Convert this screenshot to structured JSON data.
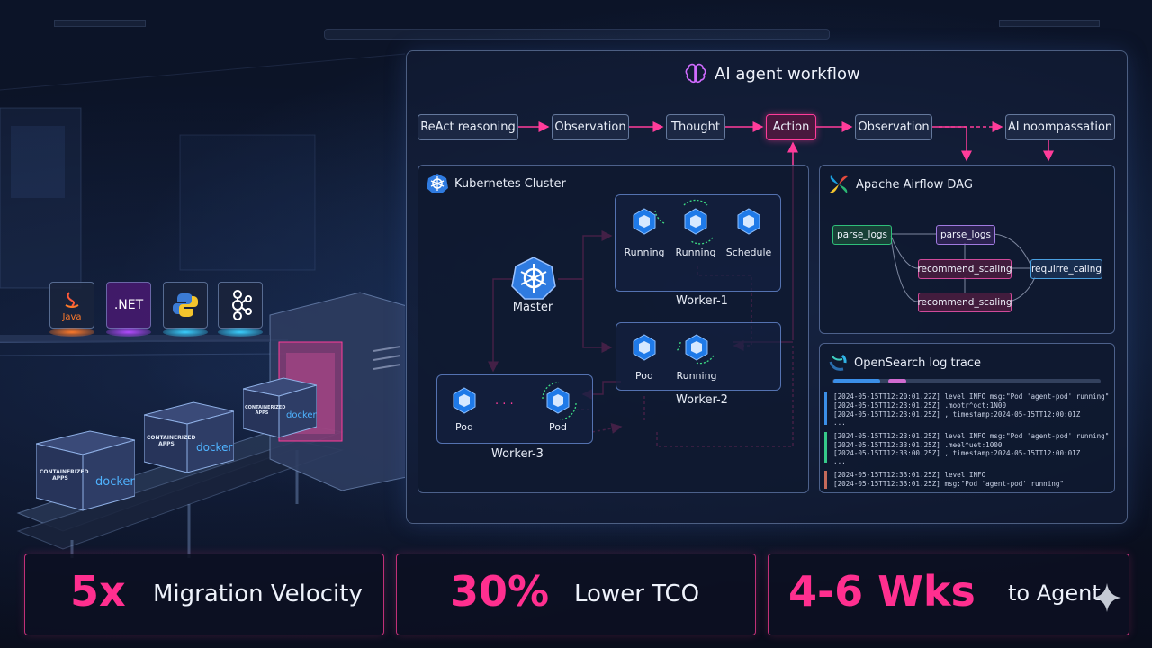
{
  "workflow": {
    "title": "AI agent workflow",
    "steps": [
      {
        "label": "ReAct reasoning",
        "active": false
      },
      {
        "label": "Observation",
        "active": false
      },
      {
        "label": "Thought",
        "active": false
      },
      {
        "label": "Action",
        "active": true
      },
      {
        "label": "Observation",
        "active": false
      },
      {
        "label": "AI noompassation",
        "active": false
      }
    ]
  },
  "kubernetes": {
    "title": "Kubernetes Cluster",
    "master_label": "Master",
    "workers": [
      {
        "label": "Worker-1",
        "pods": [
          "Running",
          "Running",
          "Schedule"
        ]
      },
      {
        "label": "Worker-2",
        "pods": [
          "Pod",
          "Running"
        ]
      },
      {
        "label": "Worker-3",
        "pods": [
          "Pod",
          "Pod"
        ],
        "ellipsis": ". . ."
      }
    ]
  },
  "airflow": {
    "title": "Apache Airflow DAG",
    "nodes": [
      "parse_logs",
      "parse_logs",
      "recommend_scaling",
      "requirre_caling",
      "recommend_scaling"
    ]
  },
  "opensearch": {
    "title": "OpenSearch log trace",
    "groups": [
      {
        "accent": "#3b8fe8",
        "lines": [
          "[2024-05-15TT12:20:01.22Z] level:INFO  msg:\"Pod 'agent-pod' running\"",
          "[2024-05-15TT12:23:01.25Z] .mootr^oct:1N00",
          "[2024-05-15TT12:23:01.25Z] , timestamp:2024-05-15TT12:00:01Z",
          "..."
        ]
      },
      {
        "accent": "#36c98a",
        "lines": [
          "[2024-05-15TT12:23:01.25Z] level:INFO  msg:\"Pod 'agent-pod' running\"",
          "[2024-05-15TT12:33:01.25Z] .meel^uet:1000",
          "[2024-05-15TT12:33:00.25Z] , timestamp:2024-05-15TT12:00:01Z",
          "..."
        ]
      },
      {
        "accent": "#c46a5a",
        "lines": [
          "[2024-05-15TT12:33:01.25Z] level:INFO",
          "[2024-05-15TT12:33:01.25Z] msg:\"Pod 'agent-pod' running\""
        ]
      }
    ]
  },
  "tech_icons": [
    {
      "name": "java",
      "label": "Java",
      "glow": "#ff7a2a"
    },
    {
      "name": "dotnet",
      "label": ".NET",
      "glow": "#b44cff"
    },
    {
      "name": "python",
      "label": "",
      "glow": "#3bd0ff"
    },
    {
      "name": "kafka",
      "label": "",
      "glow": "#3bd0ff"
    }
  ],
  "boxes": [
    {
      "label": "CONTAINERIZED APPS",
      "brand": "docker"
    },
    {
      "label": "CONTAINERIZED APPS",
      "brand": "docker"
    },
    {
      "label": "CONTAINERIZED APPS",
      "brand": "docker"
    }
  ],
  "stats": [
    {
      "value": "5x",
      "label": "Migration Velocity"
    },
    {
      "value": "30%",
      "label": "Lower TCO"
    },
    {
      "value": "4-6 Wks",
      "label": "to Agent"
    }
  ],
  "colors": {
    "accent": "#ff2f8f",
    "border": "#8fb0e6",
    "kube": "#2f7be0"
  }
}
